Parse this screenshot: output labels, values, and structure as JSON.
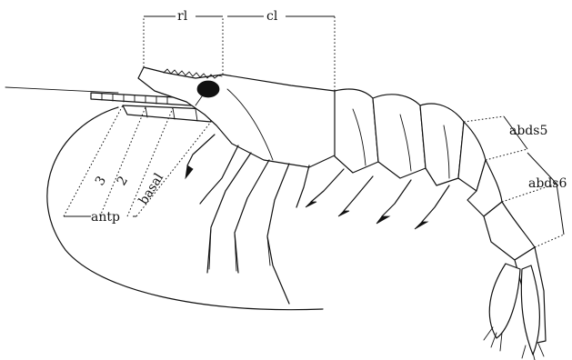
{
  "labels": {
    "rl": "rl",
    "cl": "cl",
    "abds5": "abds5",
    "abds6": "abds6",
    "antp": "antp",
    "basal": "basal",
    "seg2": "2",
    "seg3": "3"
  },
  "colors": {
    "ink": "#111111",
    "background": "#ffffff"
  }
}
